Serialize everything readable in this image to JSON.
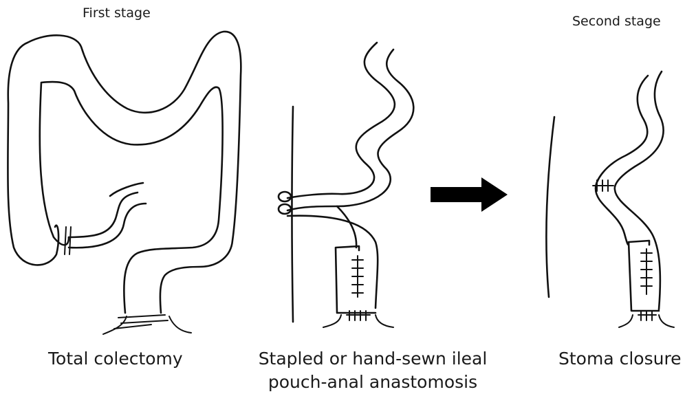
{
  "stages": {
    "first": "First stage",
    "second": "Second stage"
  },
  "captions": {
    "colectomy": "Total  colectomy",
    "anastomosis_line1": "Stapled or hand-sewn ileal",
    "anastomosis_line2": "pouch-anal anastomosis",
    "closure": "Stoma  closure"
  },
  "icons": {
    "arrow": "right-arrow-icon"
  }
}
